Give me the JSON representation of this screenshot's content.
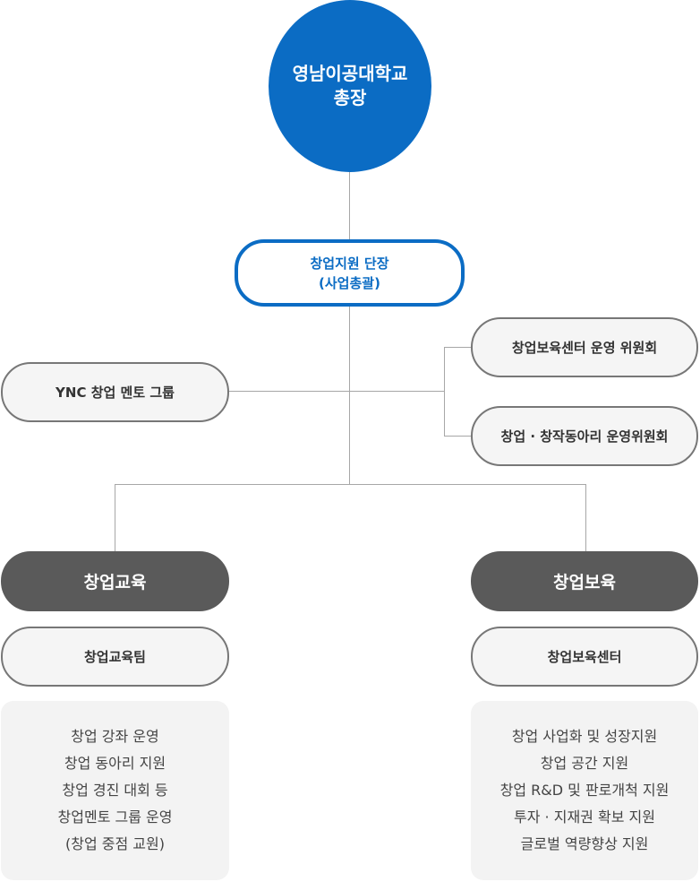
{
  "president": {
    "line1": "영남이공대학교",
    "line2": "총장"
  },
  "director": {
    "line1": "창업지원 단장",
    "line2": "(사업총괄)"
  },
  "mentor_group": "YNC 창업 멘토 그룹",
  "committees": [
    "창업보육센터 운영 위원회",
    "창업 · 창작동아리 운영위원회"
  ],
  "branches": [
    {
      "title": "창업교육",
      "team": "창업교육팀",
      "duties": [
        "창업 강좌 운영",
        "창업 동아리 지원",
        "창업 경진 대회 등",
        "창업멘토 그룹 운영",
        "(창업 중점 교원)"
      ]
    },
    {
      "title": "창업보육",
      "team": "창업보육센터",
      "duties": [
        "창업 사업화 및 성장지원",
        "창업 공간 지원",
        "창업 R&D 및 판로개척 지원",
        "투자 · 지재권 확보 지원",
        "글로벌 역량향상 지원"
      ]
    }
  ],
  "colors": {
    "primary": "#0b6cc4",
    "dark": "#5a5a5a",
    "line": "#a7a7a7"
  }
}
